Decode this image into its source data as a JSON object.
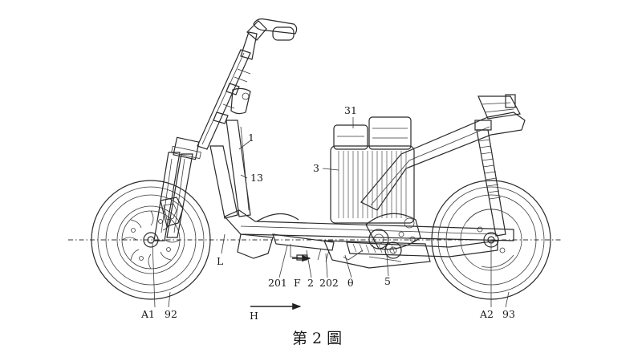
{
  "labels": {
    "l1": "1",
    "l13": "13",
    "l31": "31",
    "l3": "3",
    "lL": "L",
    "l201": "201",
    "lF": "F",
    "l2": "2",
    "l202": "202",
    "ltheta": "θ",
    "l5": "5",
    "lA1": "A1",
    "l92": "92",
    "lA2": "A2",
    "l93": "93",
    "lH": "H"
  },
  "caption": "第 2 圖"
}
